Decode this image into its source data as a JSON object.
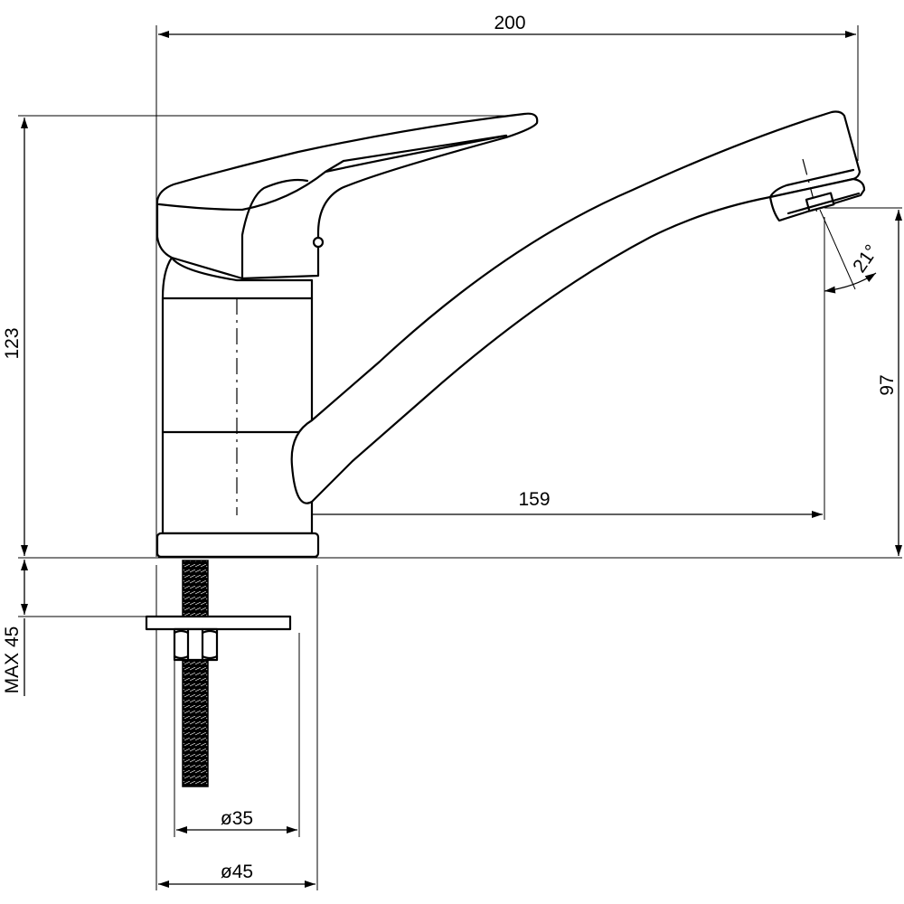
{
  "dimensions": {
    "overall_width": "200",
    "overall_height": "123",
    "spout_reach": "159",
    "spout_outlet_height": "97",
    "outlet_angle": "21°",
    "max_counter_thickness": "MAX 45",
    "mounting_hole_diameter": "ø35",
    "base_diameter": "ø45"
  }
}
